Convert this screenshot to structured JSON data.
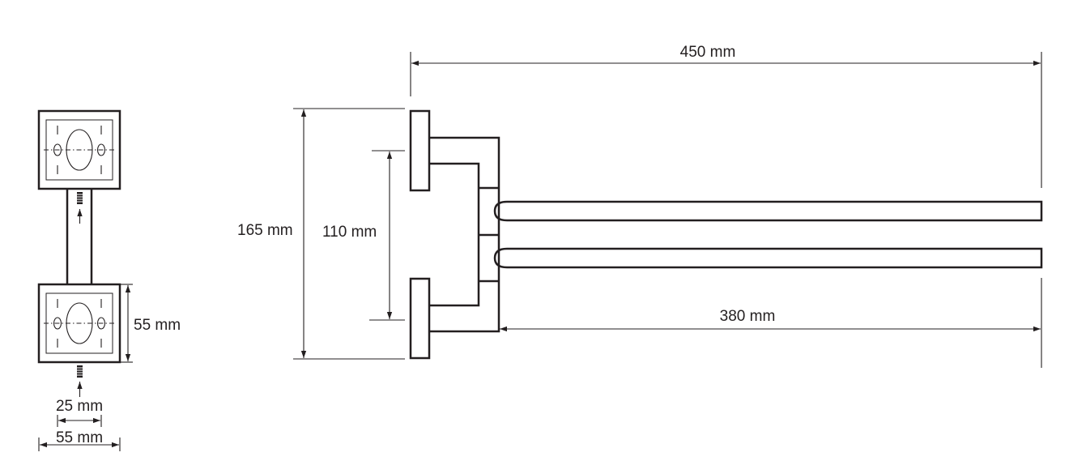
{
  "dimensions": {
    "overall_width": "450 mm",
    "overall_height": "165 mm",
    "bar_spacing": "110 mm",
    "bar_length": "380 mm",
    "plate_height": "55 mm",
    "screw_spacing": "25 mm",
    "plate_width": "55 mm"
  },
  "colors": {
    "line": "#231f20",
    "background": "#ffffff"
  }
}
